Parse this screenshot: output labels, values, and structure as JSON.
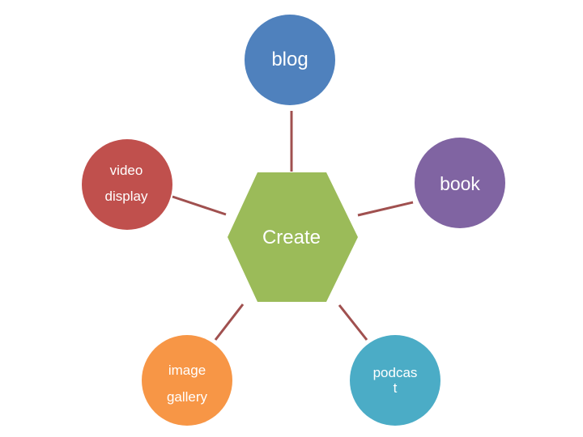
{
  "center": {
    "label": "Create",
    "color": "#9BBB59"
  },
  "nodes": [
    {
      "id": "blog",
      "lines": [
        "blog"
      ],
      "color": "#4F81BD"
    },
    {
      "id": "video",
      "lines": [
        "video",
        "display"
      ],
      "color": "#C0504D"
    },
    {
      "id": "book",
      "lines": [
        "book"
      ],
      "color": "#8064A2"
    },
    {
      "id": "image",
      "lines": [
        "image",
        "gallery"
      ],
      "color": "#F79646"
    },
    {
      "id": "podcast",
      "lines": [
        "podcas",
        "t"
      ],
      "color": "#4BACC6"
    }
  ],
  "connector_color": "#A0504F"
}
